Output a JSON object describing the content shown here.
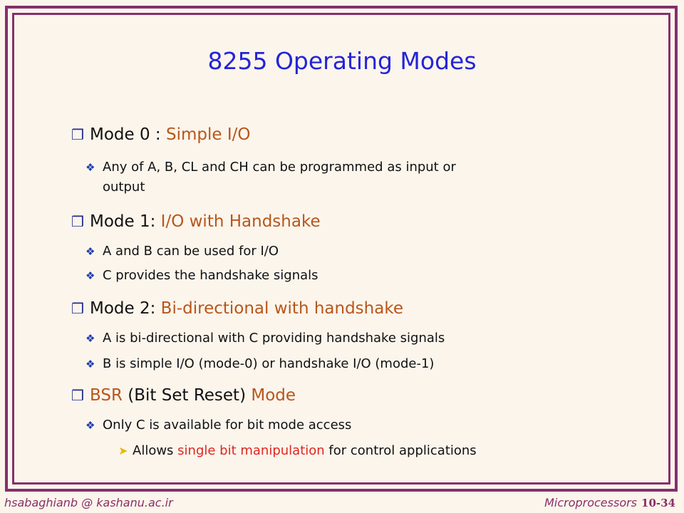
{
  "title": "8255 Operating Modes",
  "items": [
    {
      "prefix": "Mode 0 : ",
      "accent": "Simple I/O"
    },
    {
      "line1": "Any of A, B, CL and CH can be programmed as input or",
      "line2": "output"
    },
    {
      "prefix": "Mode 1: ",
      "accent": "I/O with Handshake"
    },
    {
      "text": "A and B can be used for I/O"
    },
    {
      "text": "C provides the handshake signals"
    },
    {
      "prefix": "Mode 2: ",
      "accent": "Bi-directional with handshake"
    },
    {
      "text": "A is bi-directional with C providing handshake signals"
    },
    {
      "text": "B is simple I/O (mode-0) or handshake I/O (mode-1)"
    },
    {
      "accent_a": "BSR",
      "middle": " (Bit Set Reset) ",
      "accent_b": "Mode"
    },
    {
      "text": "Only C is available for bit mode access"
    },
    {
      "pre": "Allows ",
      "highlight": "single bit manipulation",
      "post": " for control applications"
    }
  ],
  "footer": {
    "email": "hsabaghianb @ kashanu.ac.ir",
    "course": "Microprocessors",
    "page": "10-34"
  },
  "icons": {
    "level1": "square-bullet-icon",
    "level2": "diamond-bullet-icon",
    "level3": "arrowhead-bullet-icon"
  },
  "colors": {
    "border": "#84306c",
    "title": "#2424d8",
    "accent": "#b8561a",
    "highlight": "#e0261e"
  }
}
